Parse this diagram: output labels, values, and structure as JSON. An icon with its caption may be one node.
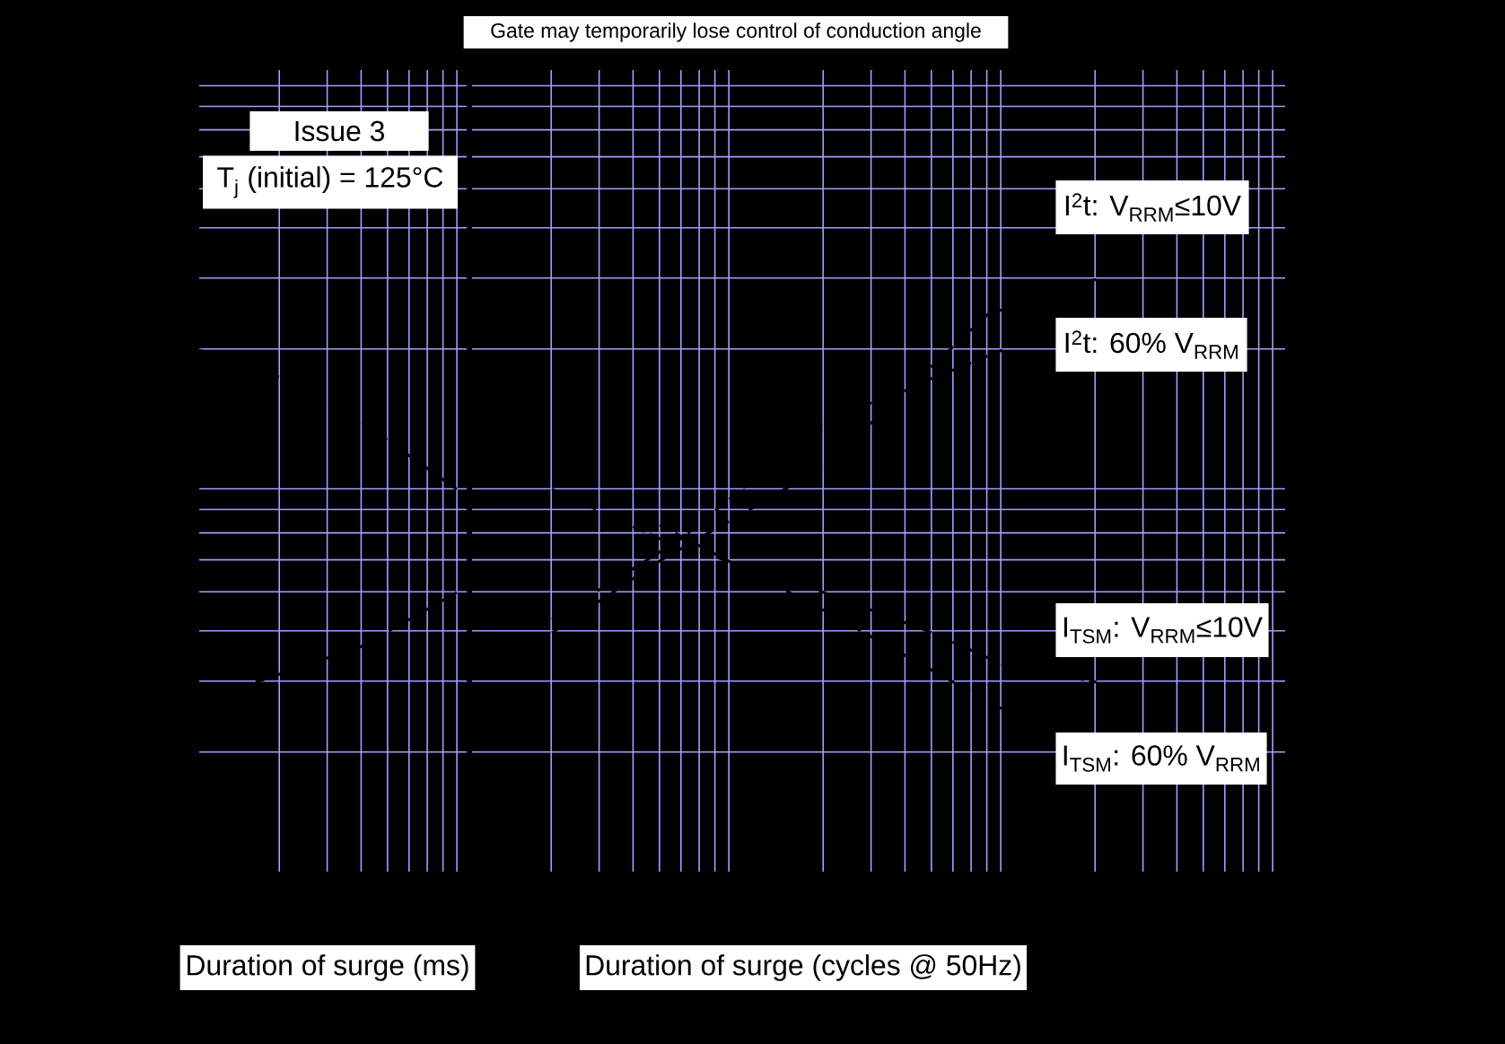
{
  "diagram": {
    "nodes": [
      {
        "text": [
          "Gate may temporarily lose control of conduction angle"
        ]
      },
      {
        "text": [
          "Issue 3"
        ]
      },
      {
        "text": [
          "T$_{j}$ (initial) = 125°C"
        ]
      },
      {
        "text": [
          "I$^{2}$t: V$_{RRM}$≤10V"
        ]
      },
      {
        "text": [
          "I$^{2}$t: 60% V$_{RRM}$"
        ]
      },
      {
        "text": [
          "I$_{TSM}$: V$_{RRM}$≤10V"
        ]
      },
      {
        "text": [
          "I$_{TSM}$: 60% V$_{RRM}$"
        ]
      },
      {
        "text": [
          "Duration of surge (ms)"
        ]
      },
      {
        "text": [
          "Duration of surge (cycles @ 50Hz)"
        ]
      }
    ]
  }
}
